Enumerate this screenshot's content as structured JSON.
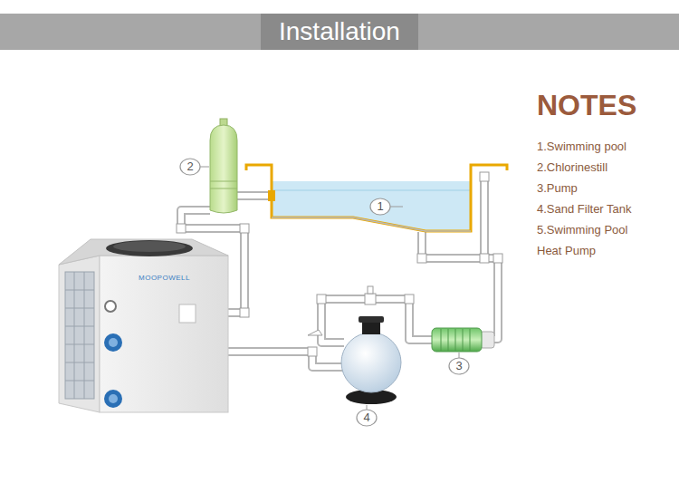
{
  "diagram": {
    "title": "Installation",
    "labels": [
      "2",
      "1",
      "MOOPOWELL",
      "3",
      "4",
      "NOTES",
      "1.Swimming pool",
      "2.Chlorinestill",
      "3.Pump",
      "4.Sand Filter Tank",
      "5.Swimming Pool Heat Pump"
    ]
  }
}
